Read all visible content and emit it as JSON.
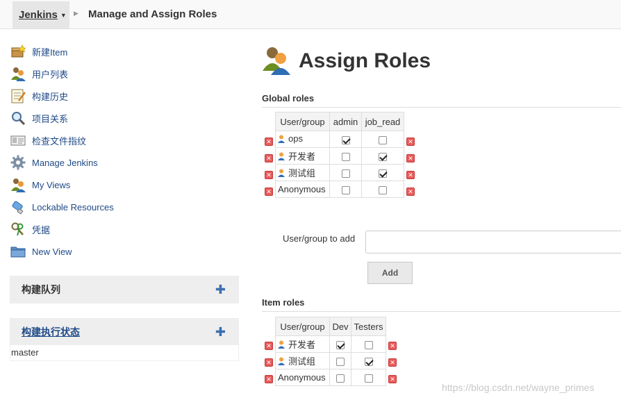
{
  "breadcrumb": {
    "home": "Jenkins",
    "current": "Manage and Assign Roles"
  },
  "sidebar": {
    "tasks": [
      {
        "label": "新建Item",
        "icon": "new-package-icon"
      },
      {
        "label": "用户列表",
        "icon": "users-icon"
      },
      {
        "label": "构建历史",
        "icon": "notepad-icon"
      },
      {
        "label": "项目关系",
        "icon": "magnifier-icon"
      },
      {
        "label": "检查文件指纹",
        "icon": "fingerprint-icon"
      },
      {
        "label": "Manage Jenkins",
        "icon": "gear-icon"
      },
      {
        "label": "My Views",
        "icon": "users-icon"
      },
      {
        "label": "Lockable Resources",
        "icon": "usb-drive-icon"
      },
      {
        "label": "凭据",
        "icon": "keys-icon"
      },
      {
        "label": "New View",
        "icon": "folder-icon"
      }
    ],
    "build_queue": {
      "title": "构建队列"
    },
    "executor_status": {
      "title": "构建执行状态",
      "node": "master"
    }
  },
  "main": {
    "title": "Assign Roles",
    "global_roles": {
      "title": "Global roles",
      "header": [
        "User/group",
        "admin",
        "job_read"
      ],
      "rows": [
        {
          "name": "ops",
          "user_icon": true,
          "checks": [
            true,
            false
          ]
        },
        {
          "name": "开发者",
          "user_icon": true,
          "checks": [
            false,
            true
          ]
        },
        {
          "name": "测试组",
          "user_icon": true,
          "checks": [
            false,
            true
          ]
        },
        {
          "name": "Anonymous",
          "user_icon": false,
          "checks": [
            false,
            false
          ]
        }
      ]
    },
    "add_user": {
      "label": "User/group to add",
      "value": "",
      "button": "Add"
    },
    "item_roles": {
      "title": "Item roles",
      "header": [
        "User/group",
        "Dev",
        "Testers"
      ],
      "rows": [
        {
          "name": "开发者",
          "user_icon": true,
          "checks": [
            true,
            false
          ]
        },
        {
          "name": "测试组",
          "user_icon": true,
          "checks": [
            false,
            true
          ]
        },
        {
          "name": "Anonymous",
          "user_icon": false,
          "checks": [
            false,
            false
          ]
        }
      ]
    }
  },
  "watermark": "https://blog.csdn.net/wayne_primes",
  "colors": {
    "link": "#204a87",
    "delete": "#e95a5a",
    "panel": "#eeeeee"
  }
}
